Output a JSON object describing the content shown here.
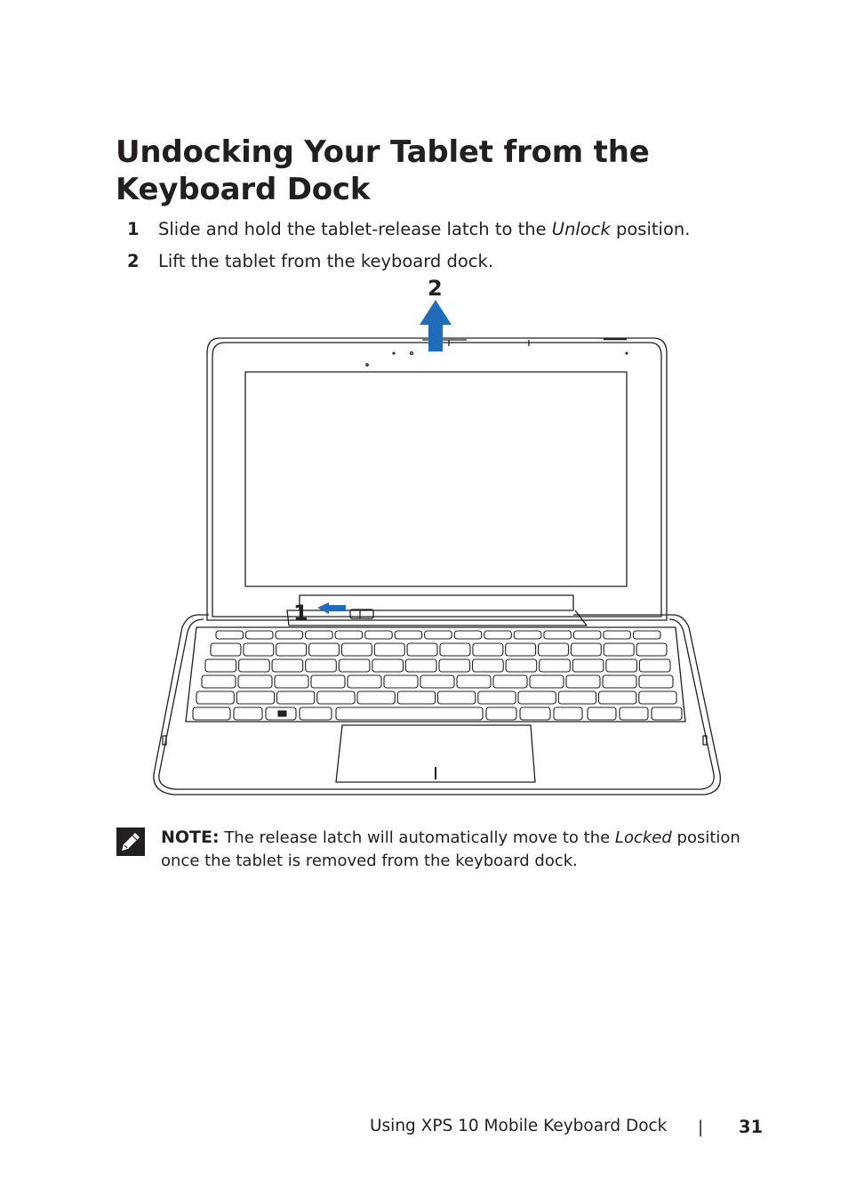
{
  "heading": {
    "line1": "Undocking Your Tablet from the",
    "line2": "Keyboard Dock"
  },
  "steps": [
    {
      "num": "1",
      "before": "Slide and hold the tablet-release latch to the ",
      "em": "Unlock",
      "after": " position."
    },
    {
      "num": "2",
      "text": "Lift the tablet from the keyboard dock."
    }
  ],
  "figure": {
    "callout_1": "1",
    "callout_2": "2",
    "arrow_color": "#1f6dba",
    "line_color": "#231f20"
  },
  "note": {
    "label": "NOTE:",
    "before": " The release latch will automatically move to the ",
    "em": "Locked",
    "after": " position once the tablet is removed from the keyboard dock.",
    "icon": "pencil-note-icon"
  },
  "footer": {
    "section": "Using XPS 10 Mobile Keyboard Dock",
    "separator": "|",
    "page": "31"
  }
}
